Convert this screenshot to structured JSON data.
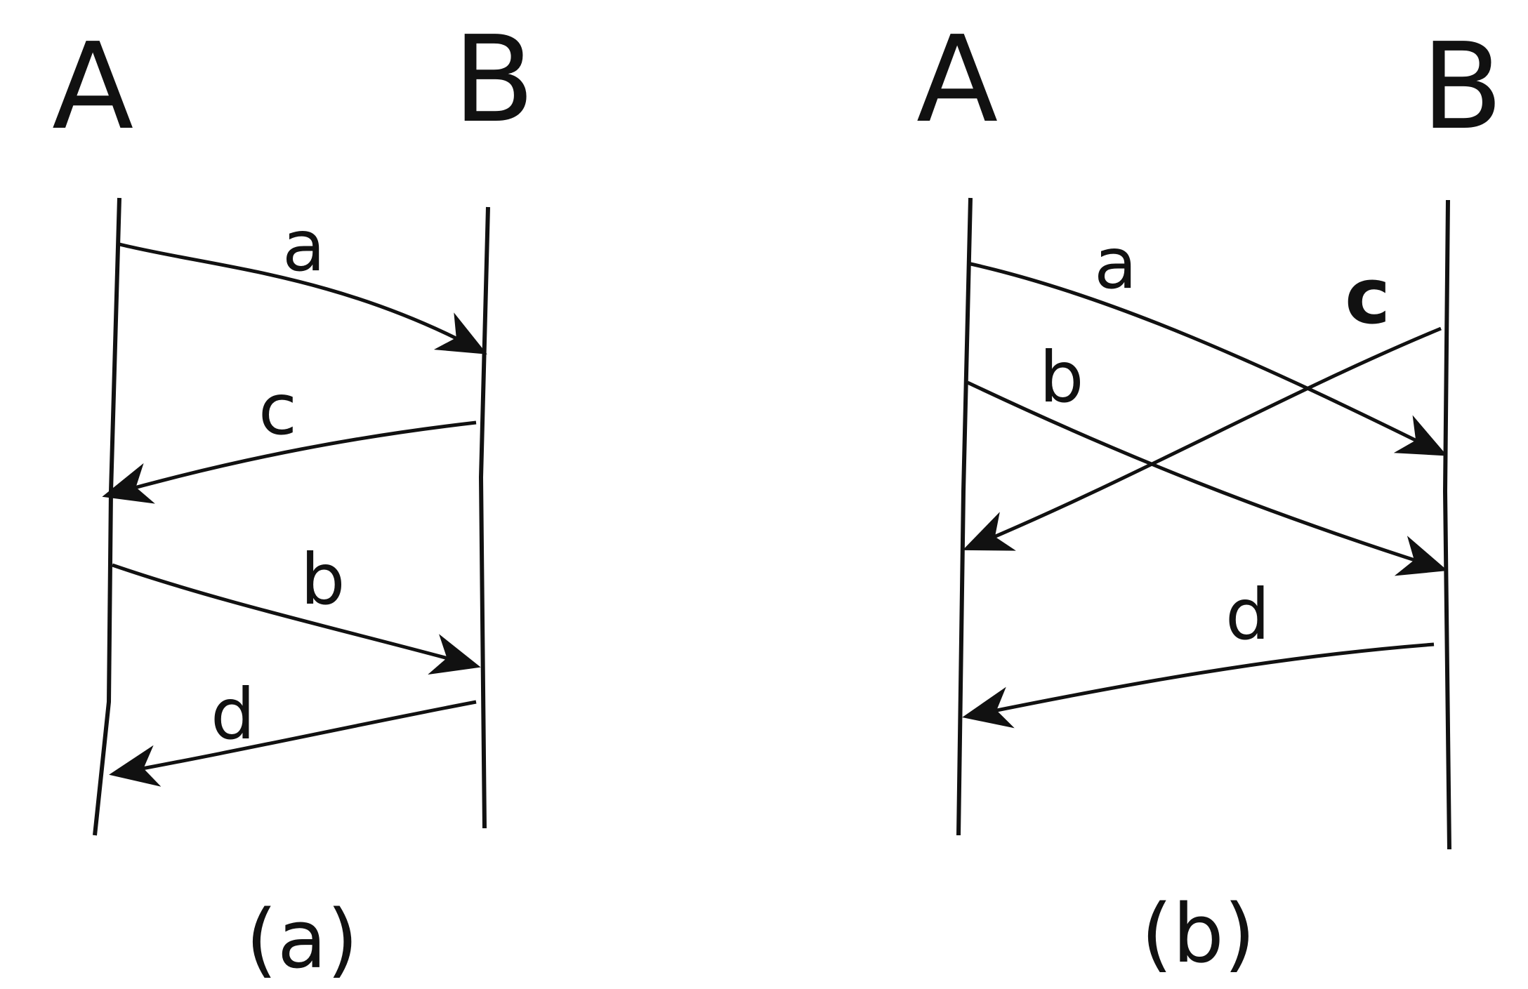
{
  "diagrams": [
    {
      "caption": "(a)",
      "lifelines": {
        "left": "A",
        "right": "B"
      },
      "messages": [
        {
          "label": "a",
          "from": "A",
          "to": "B"
        },
        {
          "label": "c",
          "from": "B",
          "to": "A"
        },
        {
          "label": "b",
          "from": "A",
          "to": "B"
        },
        {
          "label": "d",
          "from": "B",
          "to": "A"
        }
      ]
    },
    {
      "caption": "(b)",
      "lifelines": {
        "left": "A",
        "right": "B"
      },
      "messages": [
        {
          "label": "a",
          "from": "A",
          "to": "B"
        },
        {
          "label": "c",
          "from": "B",
          "to": "A"
        },
        {
          "label": "b",
          "from": "A",
          "to": "B"
        },
        {
          "label": "d",
          "from": "B",
          "to": "A"
        }
      ]
    }
  ],
  "colors": {
    "ink": "#111111",
    "background": "#ffffff"
  }
}
